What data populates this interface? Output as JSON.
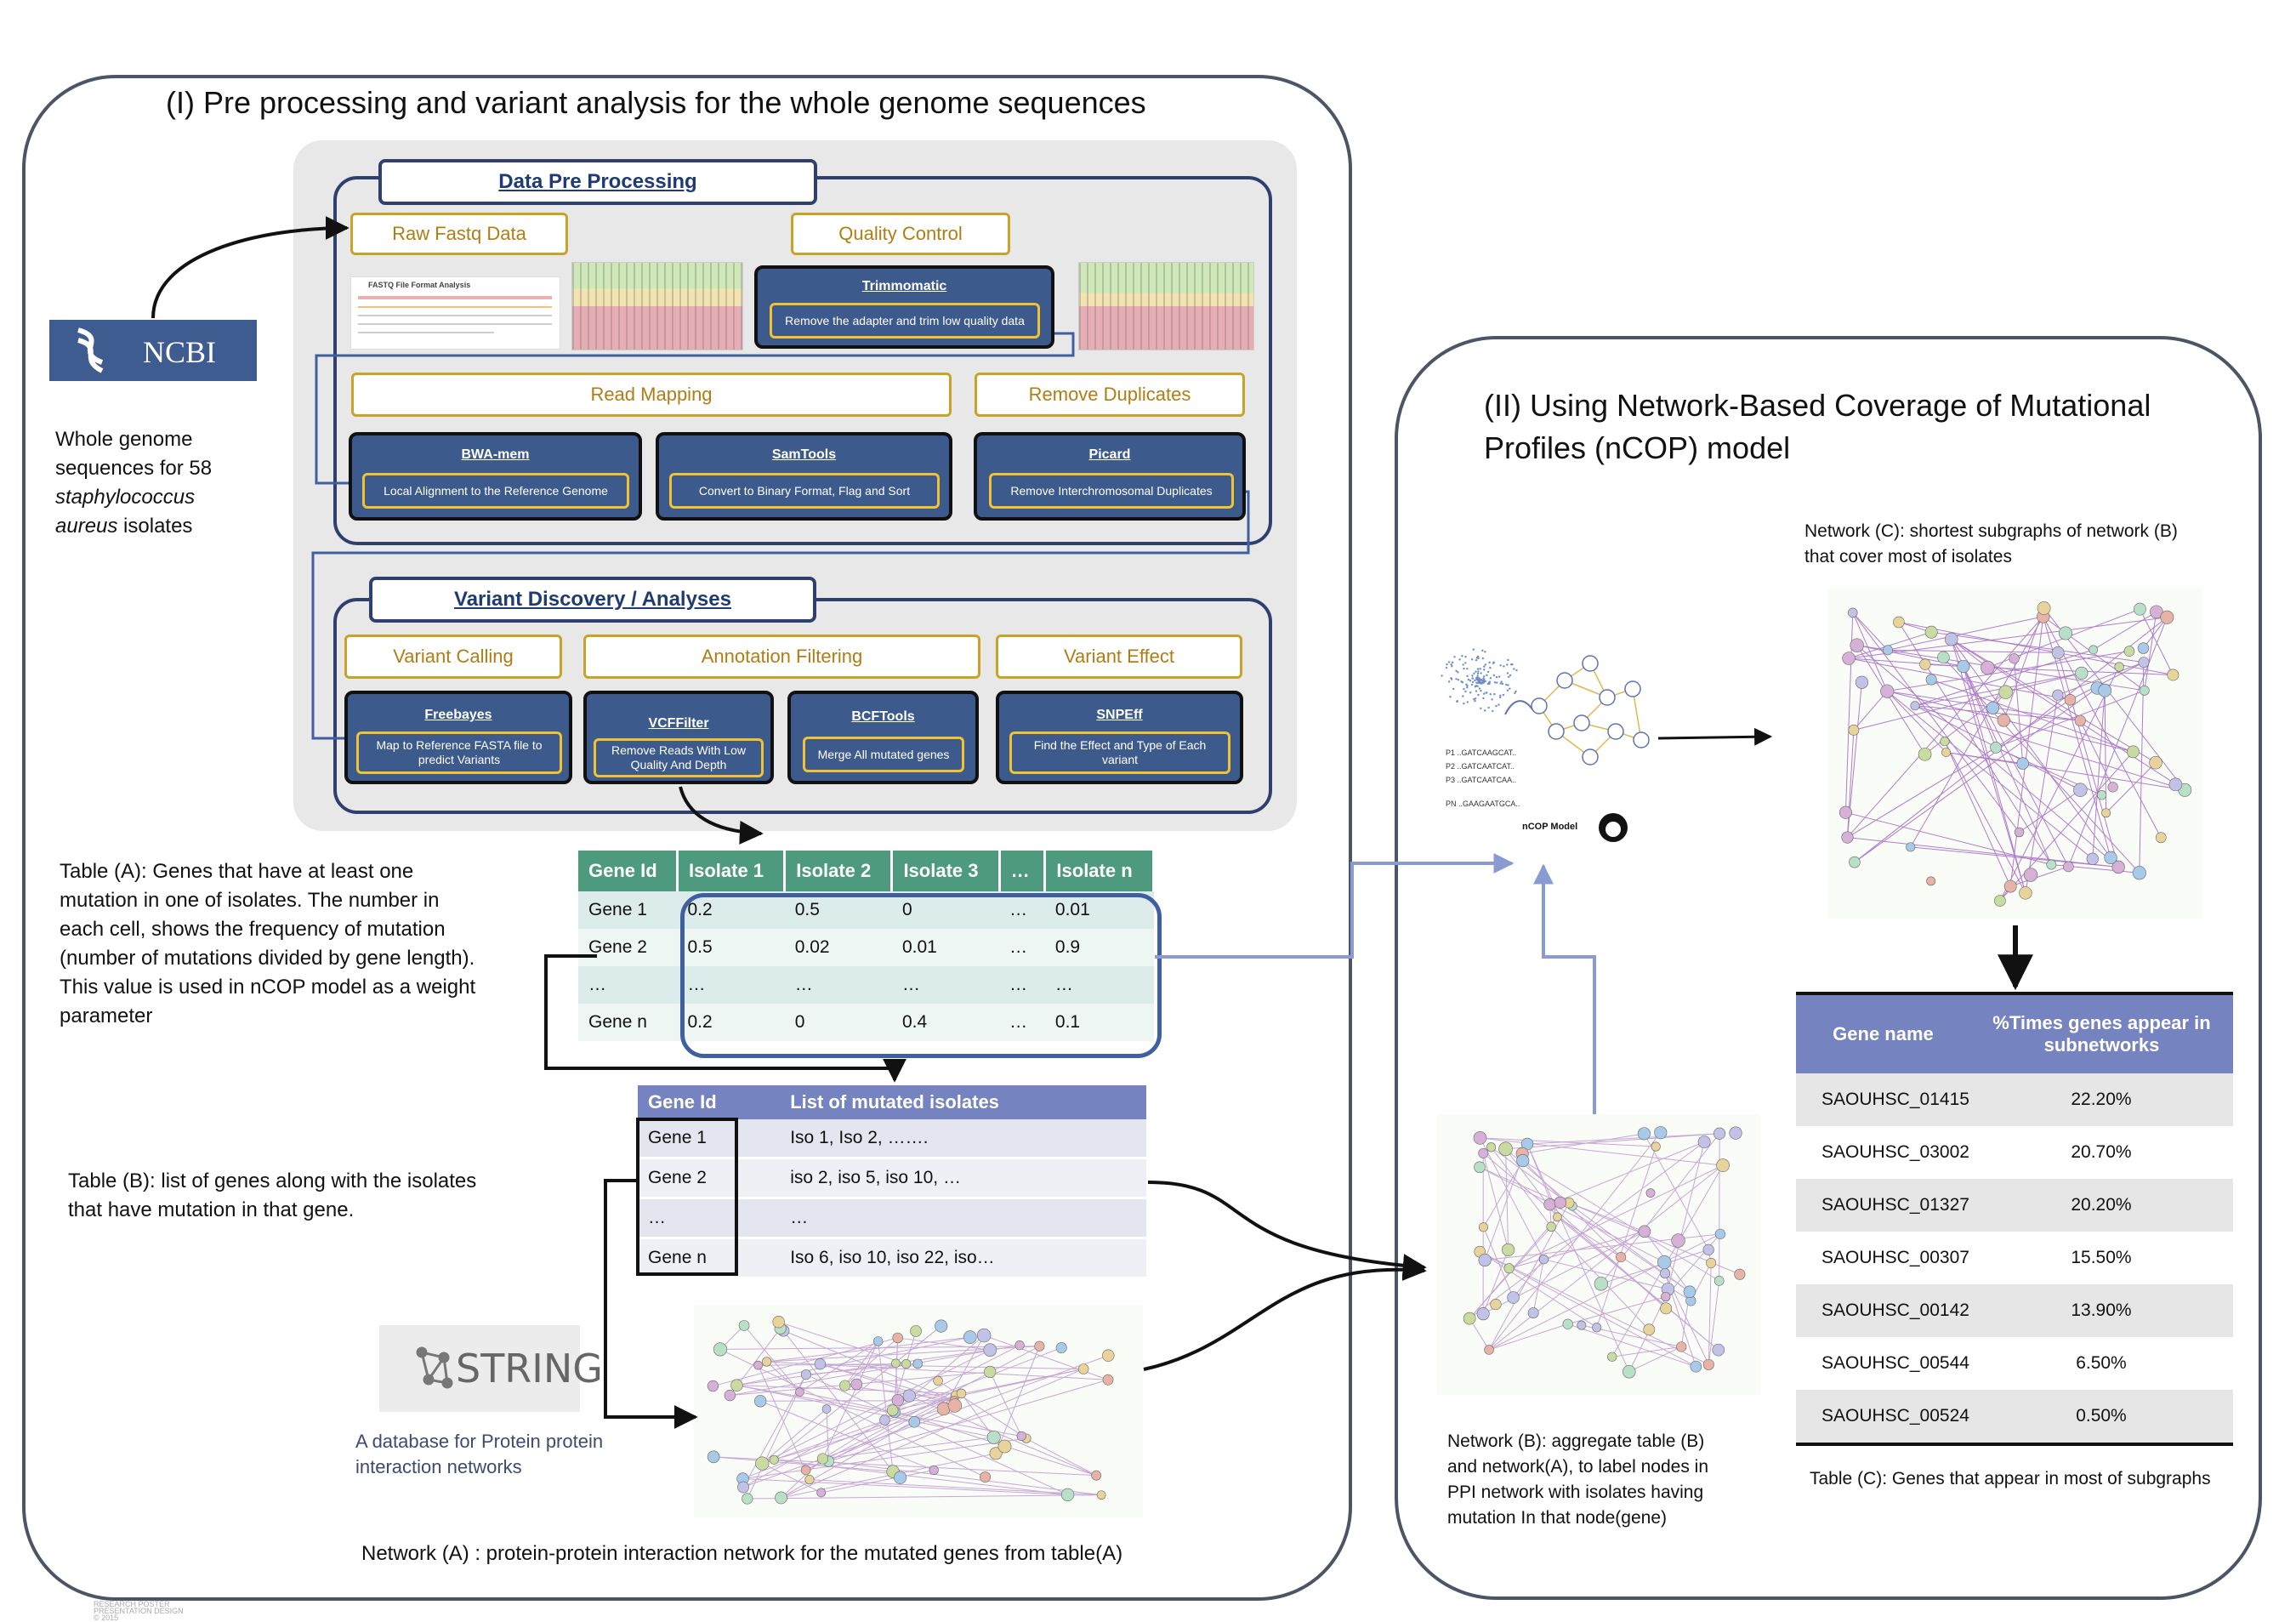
{
  "section1": {
    "title": "(I) Pre processing and variant analysis for the whole genome sequences"
  },
  "section2": {
    "title": "(II) Using Network-Based Coverage of Mutational Profiles (nCOP) model"
  },
  "ncbi": {
    "logo_text": "NCBI",
    "caption_1": "Whole genome",
    "caption_2": "sequences for 58",
    "caption_3": "staphylococcus",
    "caption_4a": "aureus",
    "caption_4b": " isolates"
  },
  "preprocessing": {
    "title": "Data Pre Processing",
    "raw_fastq": "Raw Fastq Data",
    "quality_control": "Quality Control",
    "read_mapping": "Read Mapping",
    "remove_duplicates": "Remove Duplicates",
    "fastq_thumb": "FASTQ File Format Analysis",
    "tools": [
      {
        "name": "Trimmomatic",
        "desc": "Remove the adapter and trim low quality data"
      },
      {
        "name": "BWA-mem",
        "desc": "Local Alignment to the Reference Genome"
      },
      {
        "name": "SamTools",
        "desc": "Convert to Binary Format, Flag and Sort"
      },
      {
        "name": "Picard",
        "desc": "Remove Interchromosomal Duplicates"
      }
    ]
  },
  "variant": {
    "title": "Variant Discovery / Analyses",
    "calling": "Variant Calling",
    "annotation": "Annotation Filtering",
    "effect": "Variant Effect",
    "tools": [
      {
        "name": "Freebayes",
        "desc": "Map to Reference FASTA file to predict Variants"
      },
      {
        "name": "VCFFilter",
        "desc": "Remove Reads With Low Quality And Depth"
      },
      {
        "name": "BCFTools",
        "desc": "Merge All  mutated genes"
      },
      {
        "name": "SNPEff",
        "desc": "Find the Effect and Type of Each variant"
      }
    ]
  },
  "tableA": {
    "caption": "Table (A): Genes that have at least one mutation in one of isolates. The number in each cell, shows the frequency of mutation (number of mutations divided by gene length). This value is used in nCOP  model as a weight  parameter",
    "headers": [
      "Gene Id",
      "Isolate 1",
      "Isolate 2",
      "Isolate 3",
      "…",
      "Isolate n"
    ],
    "rows": [
      [
        "Gene 1",
        "0.2",
        "0.5",
        "0",
        "…",
        "0.01"
      ],
      [
        "Gene 2",
        "0.5",
        "0.02",
        "0.01",
        "…",
        "0.9"
      ],
      [
        "…",
        "…",
        "…",
        "…",
        "…",
        "…"
      ],
      [
        "Gene n",
        "0.2",
        "0",
        "0.4",
        "…",
        "0.1"
      ]
    ]
  },
  "tableB": {
    "caption": "Table (B): list of genes along with the isolates that have mutation in that gene.",
    "headers": [
      "Gene Id",
      "List of mutated isolates"
    ],
    "rows": [
      [
        "Gene 1",
        "Iso 1, Iso 2, ……."
      ],
      [
        "Gene 2",
        "iso 2, iso 5, iso 10, …"
      ],
      [
        "…",
        "…"
      ],
      [
        "Gene n",
        "Iso 6, iso 10, iso 22, iso…"
      ]
    ]
  },
  "string": {
    "logo_text": "STRING",
    "caption": "A database for Protein protein interaction networks"
  },
  "networkA": {
    "caption": "Network (A) : protein-protein interaction network for the mutated genes from table(A)"
  },
  "networkB": {
    "caption": "Network (B): aggregate table (B) and network(A), to label nodes in PPI network with isolates having mutation In that node(gene)"
  },
  "networkC": {
    "caption": "Network (C): shortest subgraphs of network (B) that cover most of isolates"
  },
  "ncop": {
    "label": "nCOP Model",
    "patients": [
      "P1  ..GATCAAGCAT..",
      "P2  ..GATCAATCAT..",
      "P3  ..GATCAATCAA..",
      "PN  ..GAAGAATGCA.."
    ]
  },
  "tableC": {
    "caption": "Table (C): Genes that appear in most of subgraphs",
    "headers": [
      "Gene name",
      "%Times genes appear in subnetworks"
    ],
    "rows": [
      [
        "SAOUHSC_01415",
        "22.20%"
      ],
      [
        "SAOUHSC_03002",
        "20.70%"
      ],
      [
        "SAOUHSC_01327",
        "20.20%"
      ],
      [
        "SAOUHSC_00307",
        "15.50%"
      ],
      [
        "SAOUHSC_00142",
        "13.90%"
      ],
      [
        "SAOUHSC_00544",
        "6.50%"
      ],
      [
        "SAOUHSC_00524",
        "0.50%"
      ]
    ]
  },
  "footer": {
    "line1": "RESEARCH POSTER",
    "line2": "PRESENTATION DESIGN",
    "line3": "© 2015"
  },
  "colors": {
    "panel_border": "#4a5566",
    "navy": "#2f3f6e",
    "tool_blue": "#3d5a8c",
    "gold": "#c9a227",
    "teal_header": "#4e9a7e",
    "purple_header": "#7583c0",
    "arrow_blue": "#8a9bd4"
  }
}
